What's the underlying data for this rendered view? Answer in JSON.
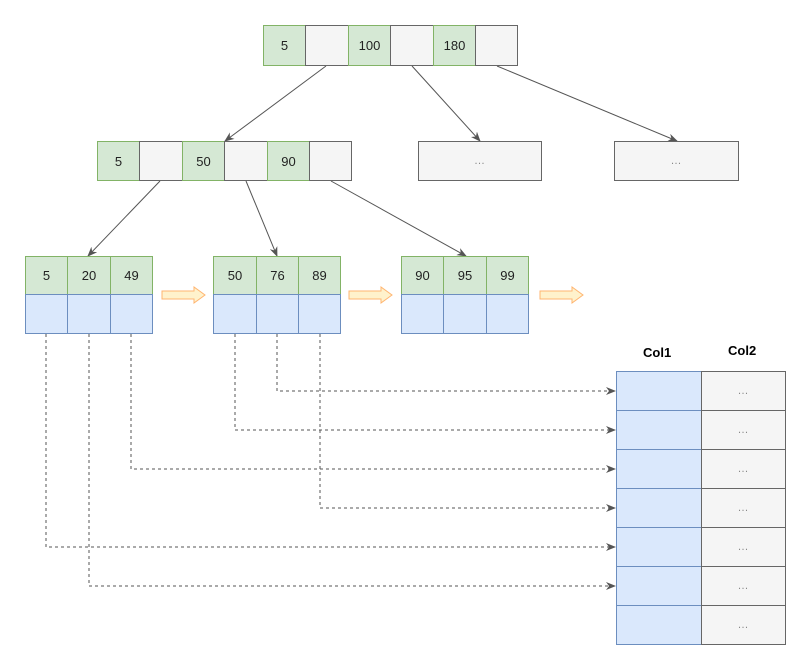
{
  "root": {
    "keys": [
      "5",
      "100",
      "180"
    ]
  },
  "internal": {
    "keys": [
      "5",
      "50",
      "90"
    ],
    "stubs": [
      "…",
      "…"
    ]
  },
  "leaves": [
    {
      "keys": [
        "5",
        "20",
        "49"
      ]
    },
    {
      "keys": [
        "50",
        "76",
        "89"
      ]
    },
    {
      "keys": [
        "90",
        "95",
        "99"
      ]
    }
  ],
  "table": {
    "headers": [
      "Col1",
      "Col2"
    ],
    "rows": [
      {
        "col1": "",
        "col2": "…"
      },
      {
        "col1": "",
        "col2": "…"
      },
      {
        "col1": "",
        "col2": "…"
      },
      {
        "col1": "",
        "col2": "…"
      },
      {
        "col1": "",
        "col2": "…"
      },
      {
        "col1": "",
        "col2": "…"
      },
      {
        "col1": "",
        "col2": "…"
      }
    ]
  },
  "colors": {
    "key_fill": "#d5e8d4",
    "key_border": "#82b366",
    "pointer_fill": "#f5f5f5",
    "pointer_border": "#666666",
    "data_fill": "#dae8fc",
    "data_border": "#6c8ebf",
    "leaf_link_arrow": "#ffcd28",
    "connector": "#555555"
  }
}
